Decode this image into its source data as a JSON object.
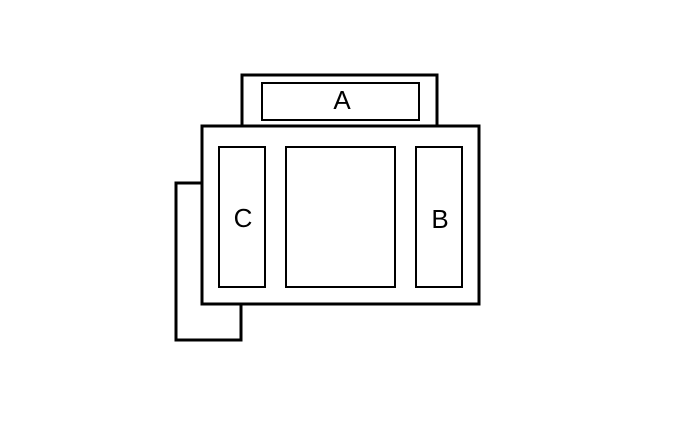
{
  "diagram": {
    "labels": {
      "top_cavity": "A",
      "right_cavity": "B",
      "left_cavity": "C"
    },
    "colors": {
      "stroke": "#000000",
      "fill": "#ffffff",
      "background": "#ffffff"
    }
  }
}
